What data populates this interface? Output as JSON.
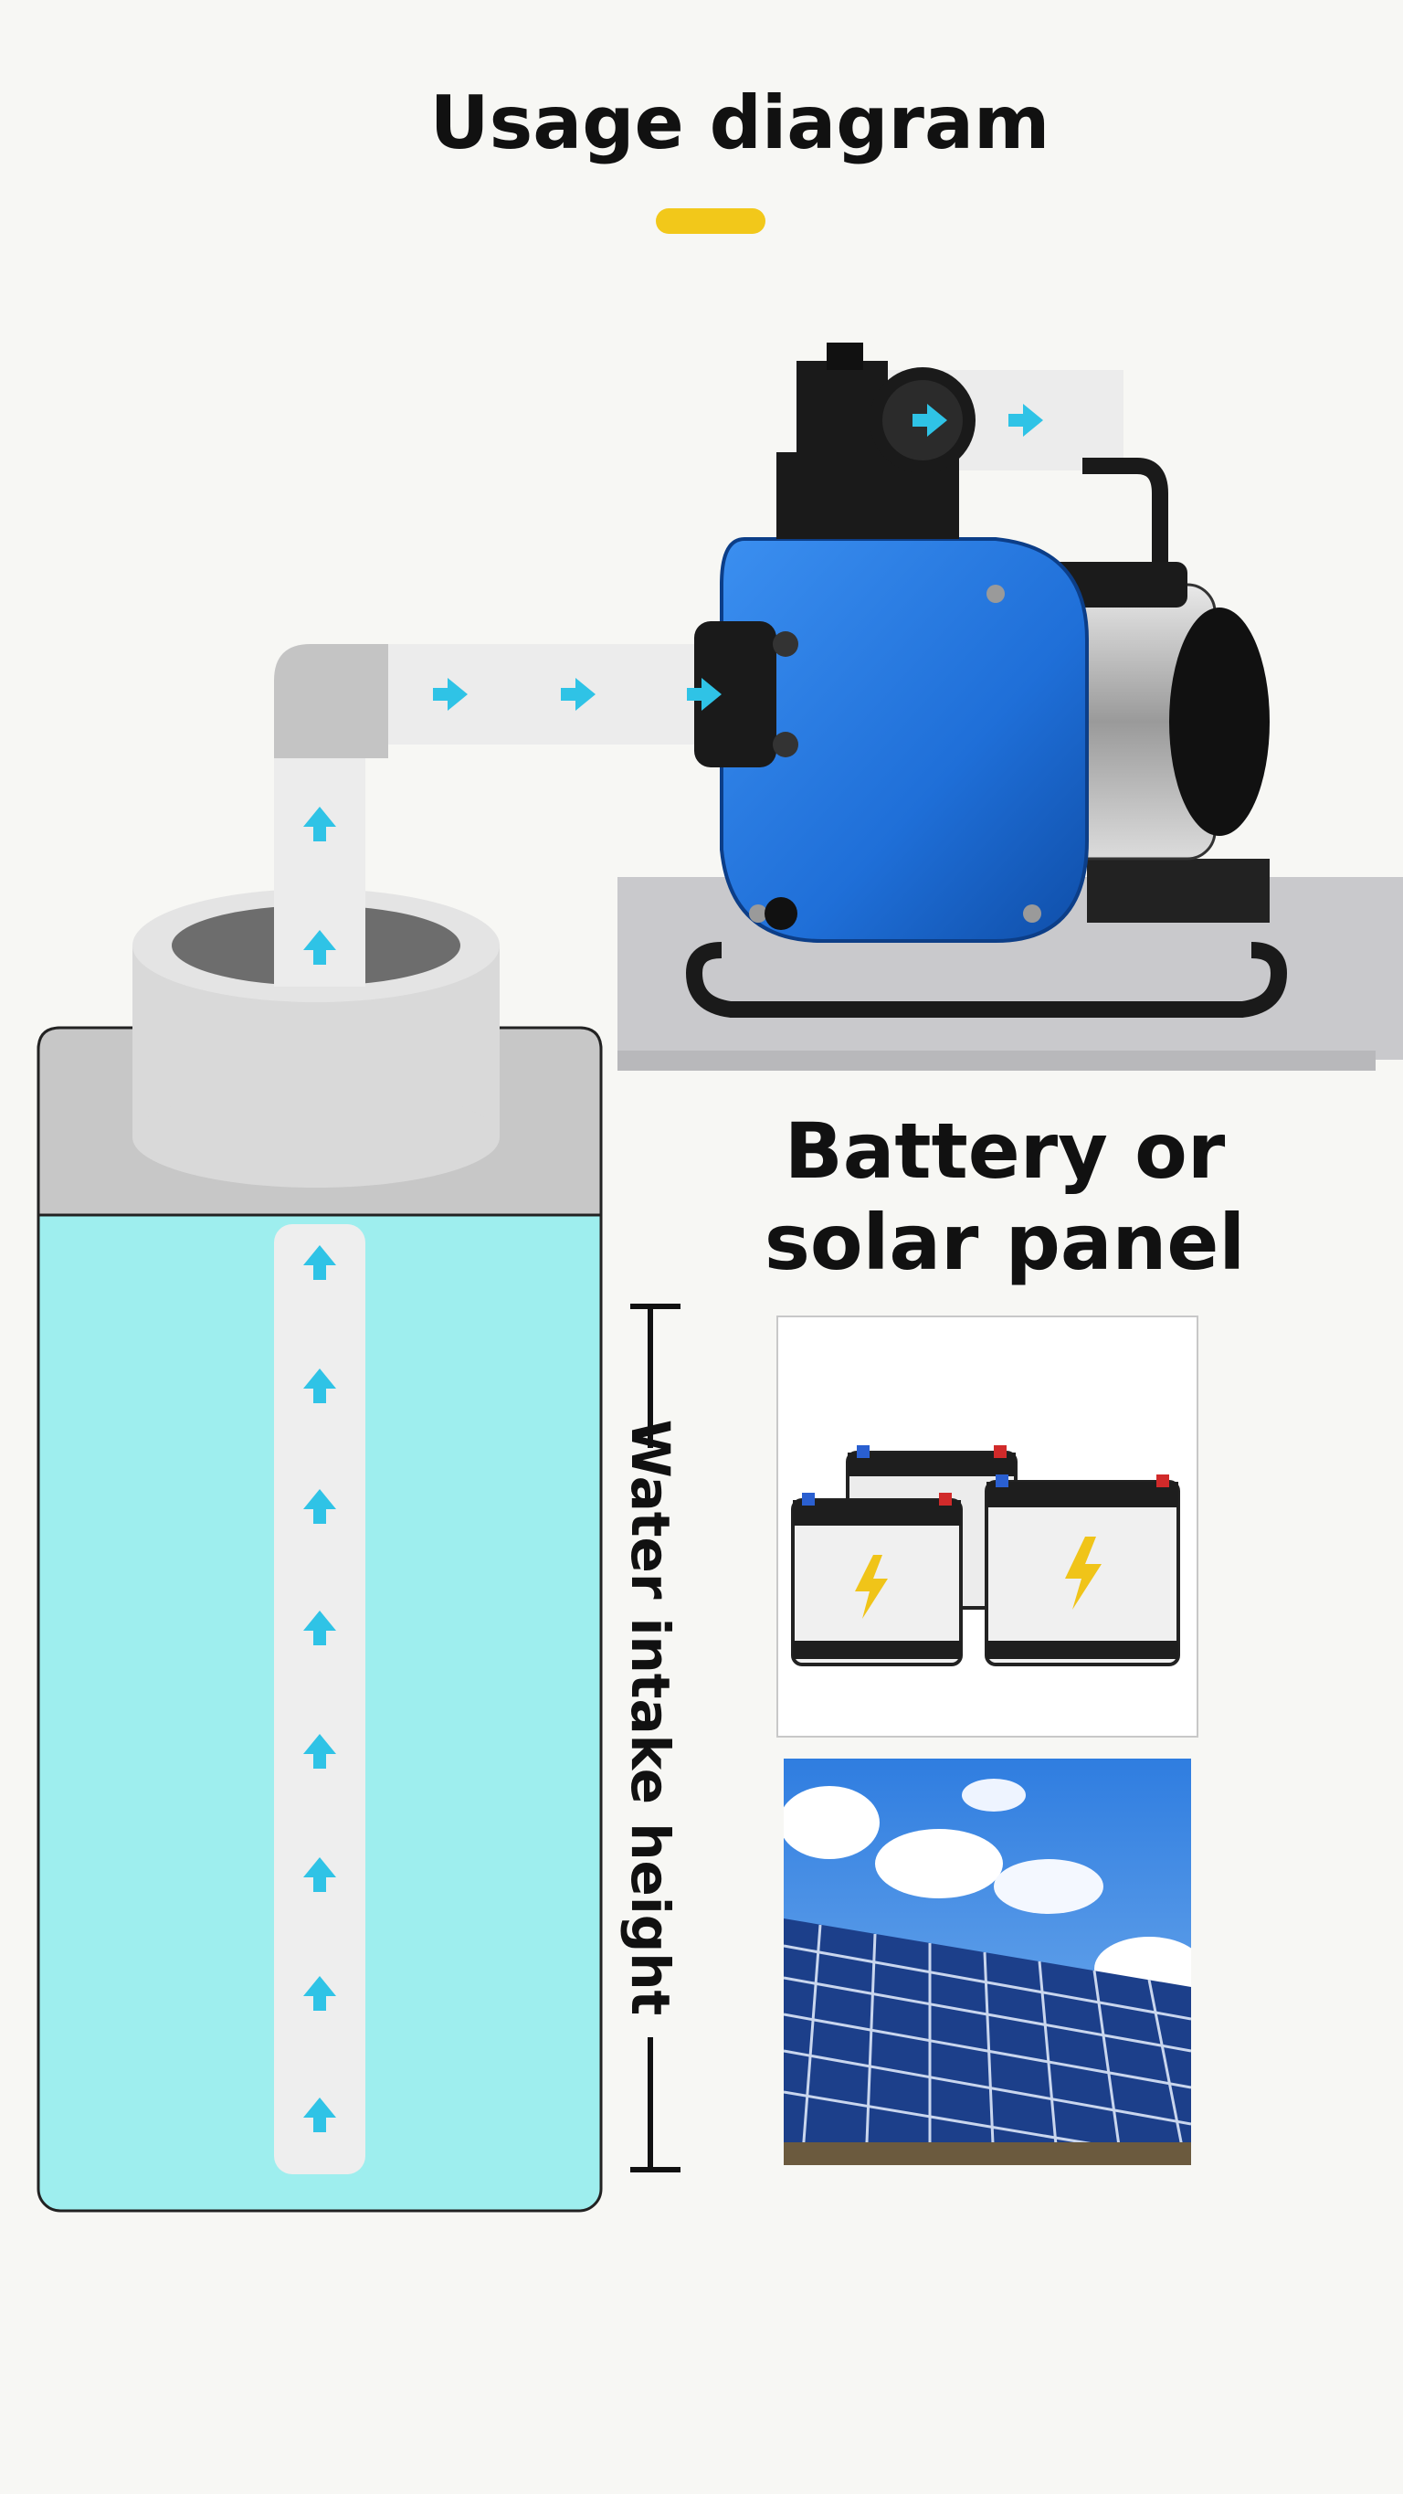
{
  "header": {
    "title": "Usage diagram",
    "accent_color": "#f2c81a"
  },
  "side": {
    "title_line1": "Battery or",
    "title_line2": "solar panel"
  },
  "measure": {
    "label": "Water intake height"
  },
  "colors": {
    "water": "#9eeeee",
    "pipe": "#e6e6e6",
    "fitting": "#c4c4c4",
    "pump_blue": "#1f6fd8",
    "arrow": "#2fc3e6",
    "platform": "#c9c9cc"
  },
  "icons": {
    "flow_arrow": "arrow-icon",
    "battery": "battery-icon",
    "solar": "solar-panel-icon"
  }
}
